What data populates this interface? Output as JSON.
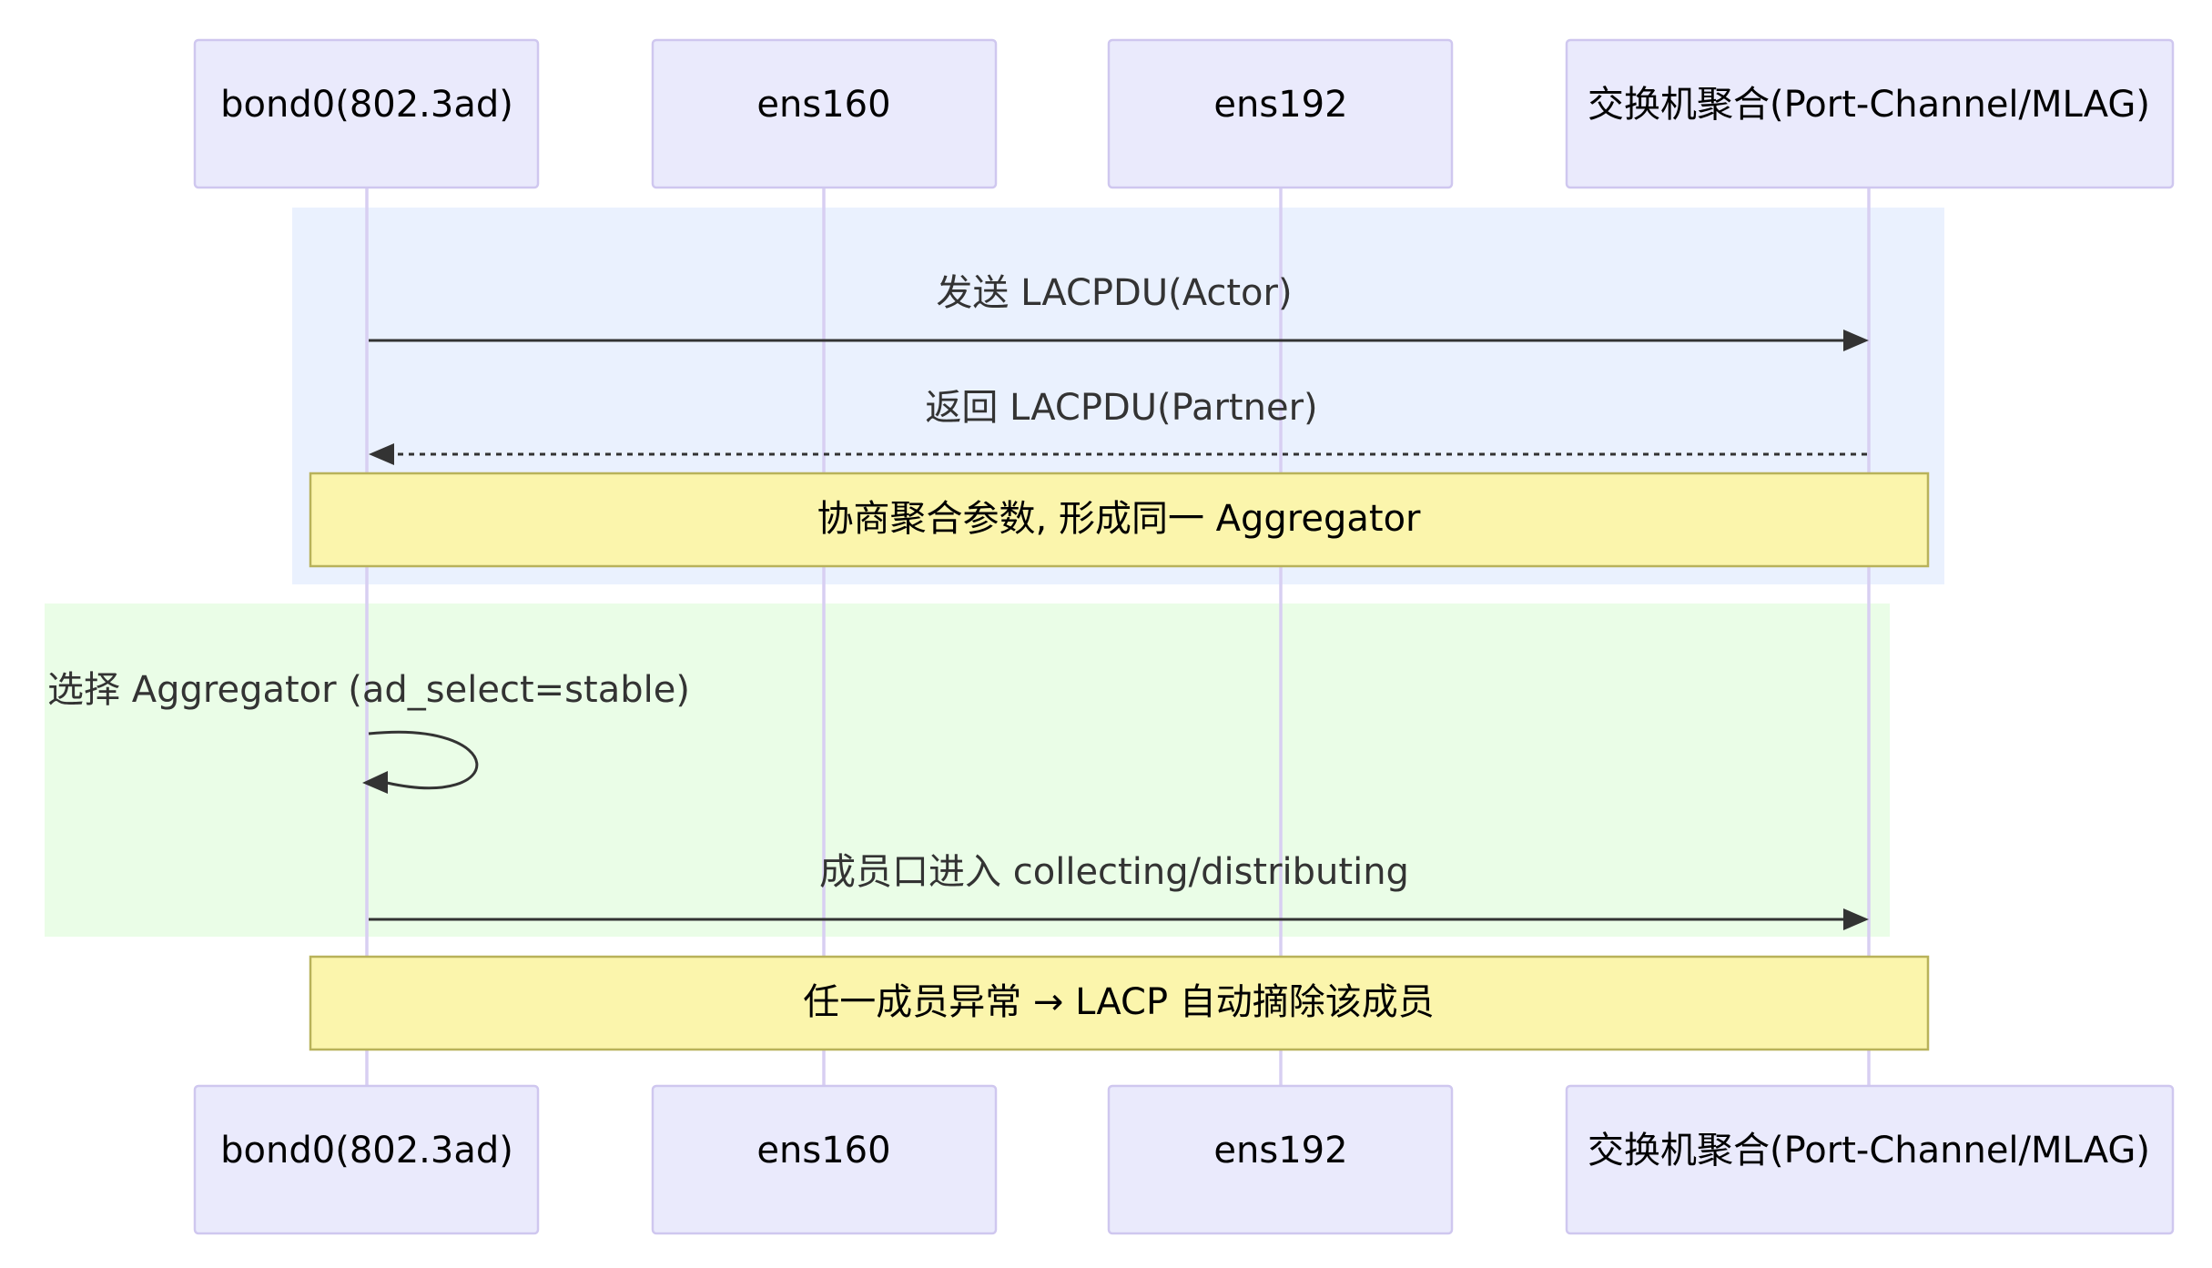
{
  "participants": [
    "bond0(802.3ad)",
    "ens160",
    "ens192",
    "交换机聚合(Port-Channel/MLAG)"
  ],
  "blocks": [
    {
      "color": "#eaf1fe"
    },
    {
      "color": "#eafde7"
    }
  ],
  "messages": [
    {
      "from": "bond0(802.3ad)",
      "to": "交换机聚合(Port-Channel/MLAG)",
      "text": "发送 LACPDU(Actor)",
      "style": "solid"
    },
    {
      "from": "交换机聚合(Port-Channel/MLAG)",
      "to": "bond0(802.3ad)",
      "text": "返回 LACPDU(Partner)",
      "style": "dashed"
    },
    {
      "from": "bond0(802.3ad)",
      "to": "bond0(802.3ad)",
      "text": "选择 Aggregator (ad_select=stable)",
      "style": "solid"
    },
    {
      "from": "bond0(802.3ad)",
      "to": "交换机聚合(Port-Channel/MLAG)",
      "text": "成员口进入 collecting/distributing",
      "style": "solid"
    }
  ],
  "notes": [
    {
      "text": "协商聚合参数, 形成同一 Aggregator",
      "over": [
        "bond0(802.3ad)",
        "交换机聚合(Port-Channel/MLAG)"
      ]
    },
    {
      "text": "任一成员异常 → LACP 自动摘除该成员",
      "over": [
        "bond0(802.3ad)",
        "交换机聚合(Port-Channel/MLAG)"
      ]
    }
  ],
  "colors": {
    "actor_fill": "#eaeafc",
    "actor_stroke": "#cfc7ef",
    "lifeline": "#d8cff2",
    "note_fill": "#fbf5ac",
    "note_stroke": "#b8b25a",
    "line": "#333333"
  }
}
